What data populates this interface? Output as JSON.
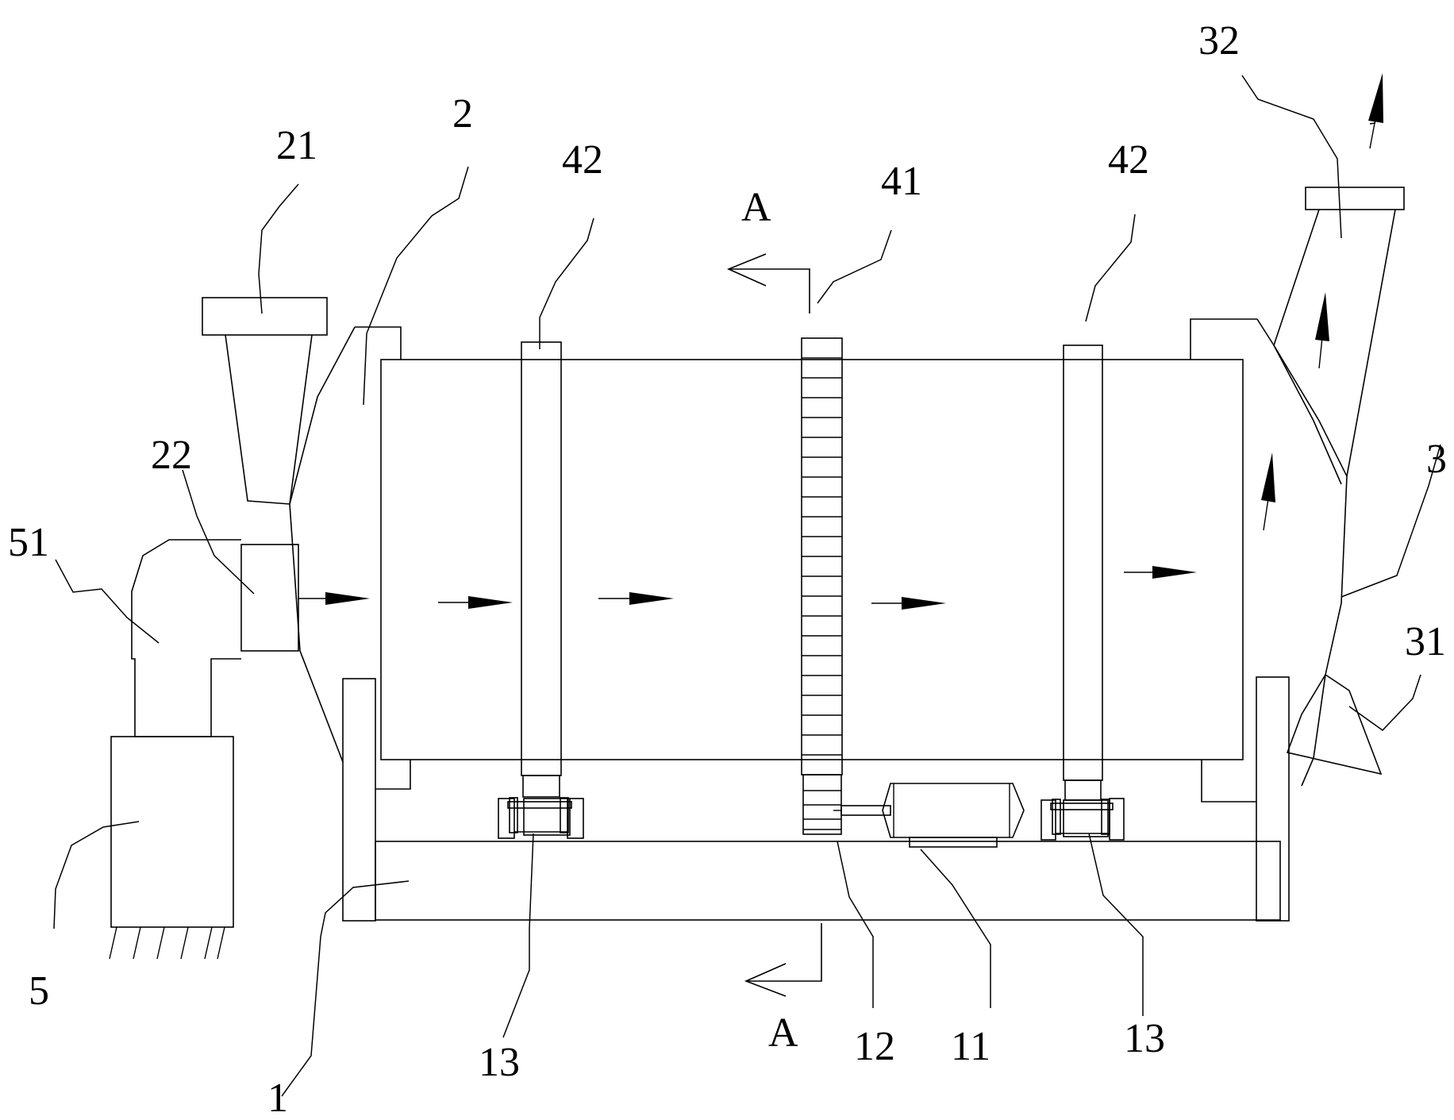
{
  "labels": {
    "l_21": "21",
    "l_2": "2",
    "l_42_left": "42",
    "l_A_top": "A",
    "l_41": "41",
    "l_42_right": "42",
    "l_32": "32",
    "l_3": "3",
    "l_31": "31",
    "l_22": "22",
    "l_51": "51",
    "l_5": "5",
    "l_1": "1",
    "l_13_left": "13",
    "l_A_bottom": "A",
    "l_12": "12",
    "l_11": "11",
    "l_13_right": "13"
  }
}
